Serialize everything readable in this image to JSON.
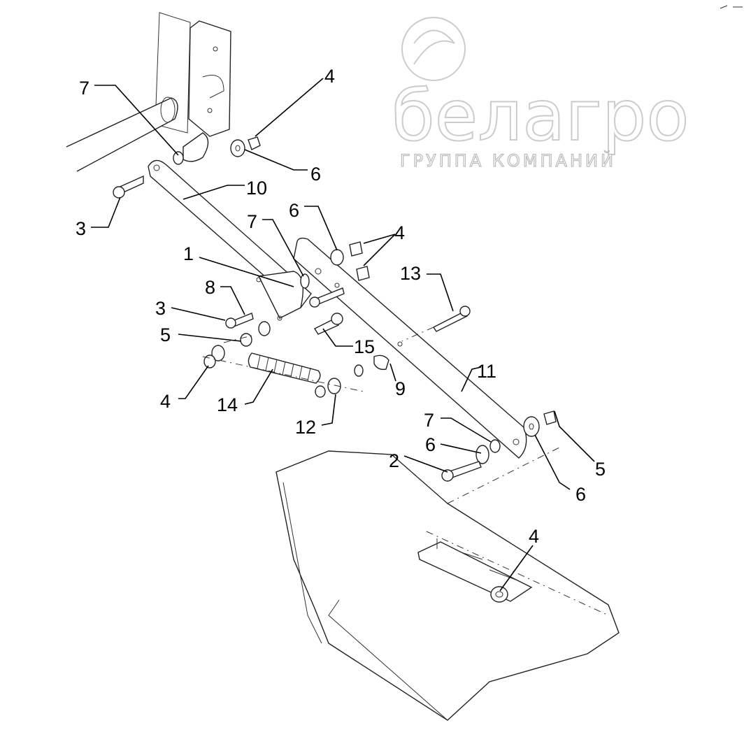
{
  "diagram": {
    "callouts": [
      "7",
      "4",
      "6",
      "10",
      "3",
      "6",
      "7",
      "4",
      "1",
      "13",
      "8",
      "3",
      "5",
      "15",
      "4",
      "14",
      "9",
      "11",
      "12",
      "7",
      "6",
      "2",
      "5",
      "6",
      "4"
    ],
    "watermark": {
      "brand": "белагро",
      "subtitle": "ГРУППА КОМПАНИЙ"
    }
  }
}
